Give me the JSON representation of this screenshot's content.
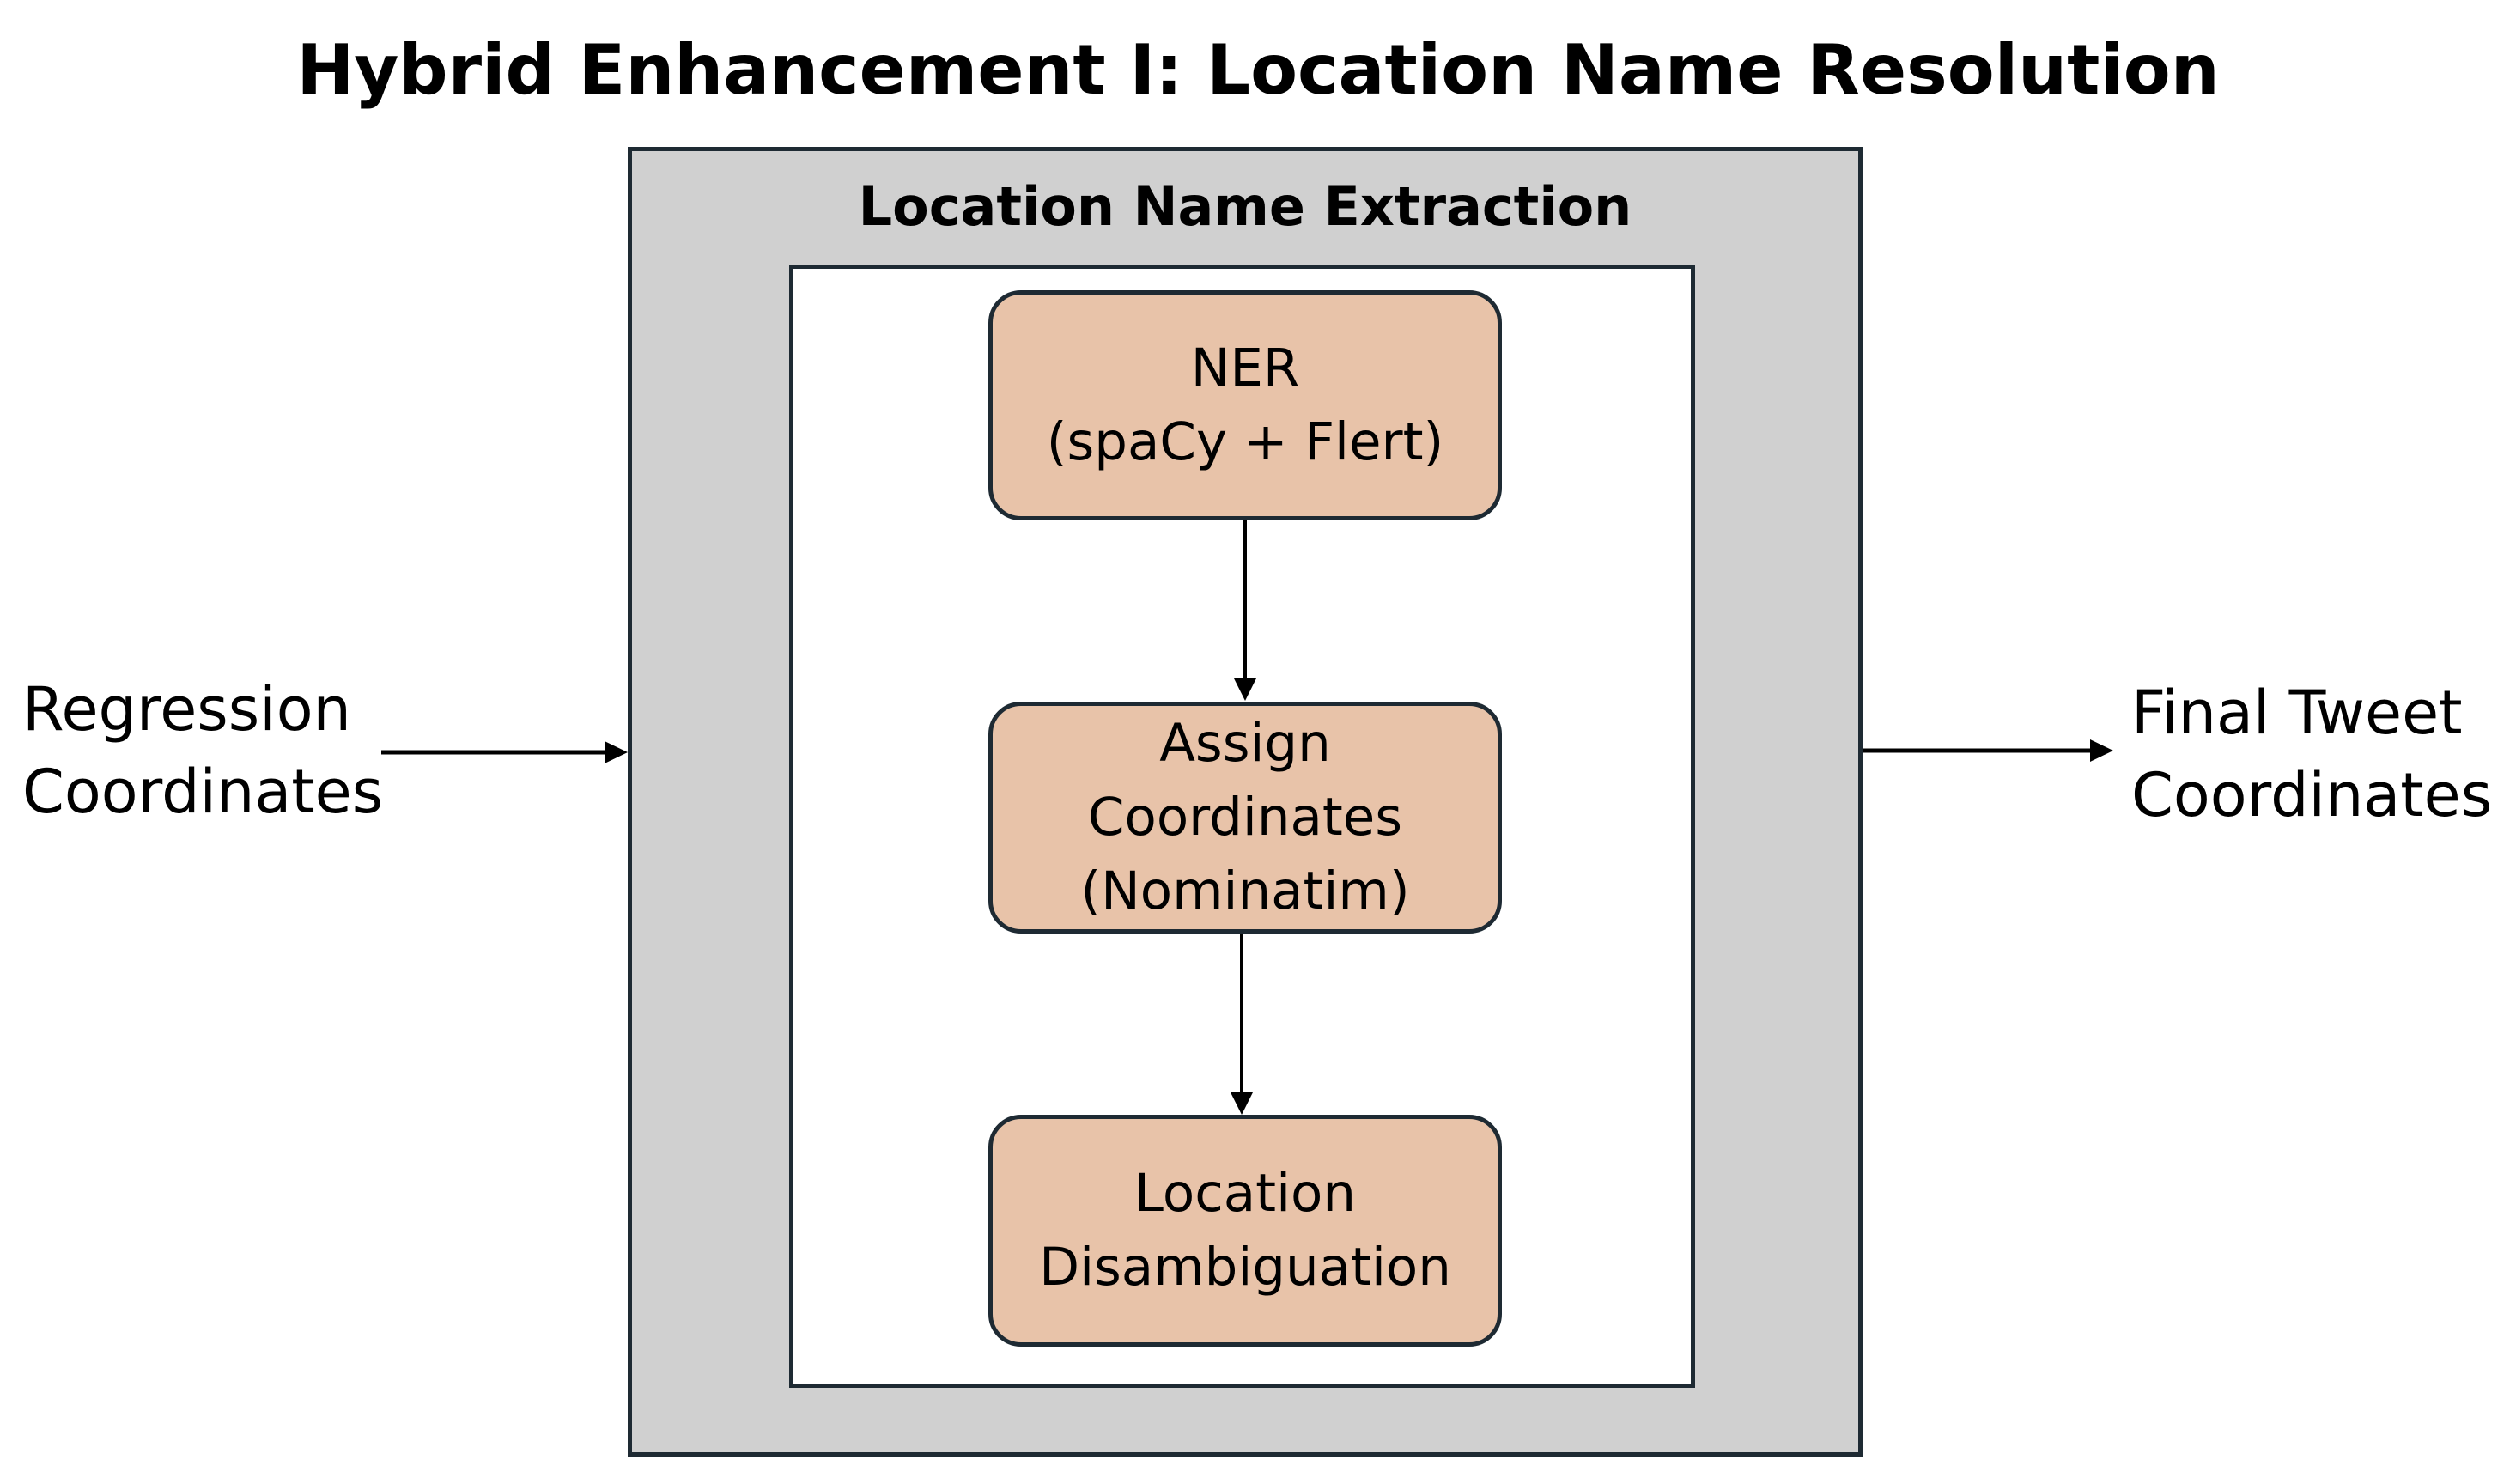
{
  "title": "Hybrid Enhancement I: Location Name Resolution",
  "container": {
    "label": "Location Name Extraction"
  },
  "steps": [
    {
      "lines": [
        "NER",
        "(spaCy + Flert)"
      ]
    },
    {
      "lines": [
        "Assign",
        "Coordinates",
        "(Nominatim)"
      ]
    },
    {
      "lines": [
        "Location",
        "Disambiguation"
      ]
    }
  ],
  "input": {
    "lines": [
      "Regression",
      "Coordinates"
    ]
  },
  "output": {
    "lines": [
      "Final Tweet",
      "Coordinates"
    ]
  },
  "colors": {
    "outer_fill": "#d0d0d0",
    "step_fill": "#e8c3a9",
    "border": "#1e2a33"
  }
}
